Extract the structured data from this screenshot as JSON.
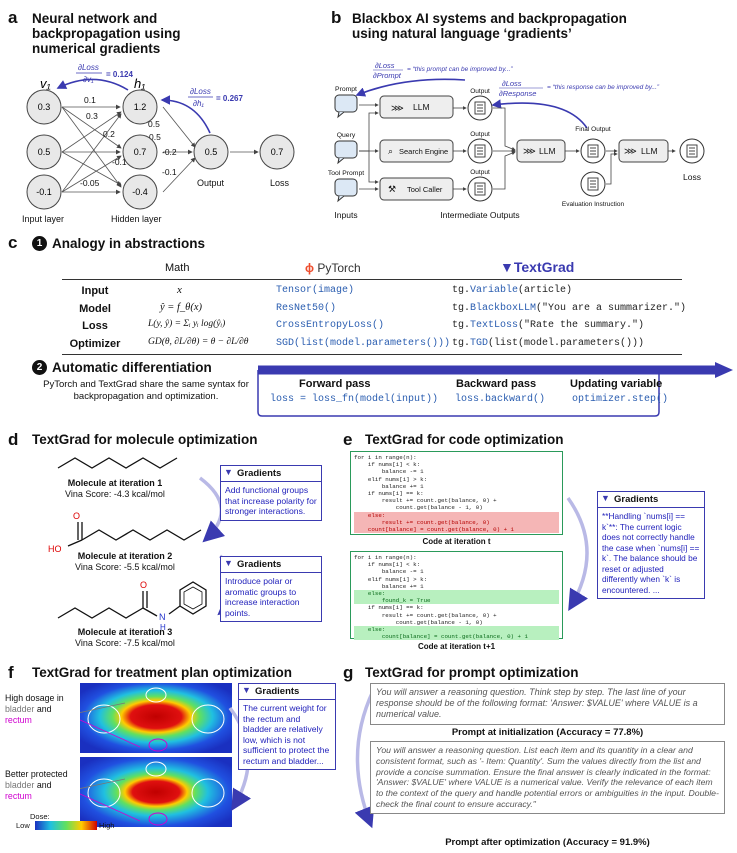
{
  "panel_a": {
    "letter": "a",
    "title": "Neural network and backpropagation using numerical gradients",
    "v1_label": "v₁",
    "h1_label": "h₁",
    "grad_v1": "∂Loss/∂v₁ = 0.124",
    "grad_v1_val": "= 0.124",
    "grad_h1_val": "= 0.267",
    "grad_num": "∂Loss",
    "grad_den_v1": "∂v₁",
    "grad_den_h1": "∂h₁",
    "input_nodes": [
      "0.3",
      "0.5",
      "-0.1"
    ],
    "hidden_nodes": [
      "1.2",
      "0.7",
      "-0.4"
    ],
    "output_node": "0.5",
    "loss_node": "0.7",
    "weights": [
      "0.1",
      "0.3",
      "0.2",
      "0.5",
      "-0.1",
      "-0.05",
      "0.5",
      "-0.2",
      "-0.1"
    ],
    "input_layer_label": "Input layer",
    "hidden_layer_label": "Hidden layer",
    "output_label": "Output",
    "loss_label": "Loss"
  },
  "panel_b": {
    "letter": "b",
    "title": "Blackbox AI systems and backpropagation using natural language ‘gradients’",
    "grad_prompt_num": "∂Loss",
    "grad_prompt_den": "∂Prompt",
    "grad_prompt_text": "= “this prompt can be improved by...”",
    "grad_response_num": "∂Loss",
    "grad_response_den": "∂Response",
    "grad_response_text": "= “this response can be improved by...”",
    "input_labels": [
      "Prompt",
      "Query",
      "Tool Prompt"
    ],
    "modules": [
      "LLM",
      "Search Engine",
      "Tool Caller"
    ],
    "output_labels": [
      "Output",
      "Output",
      "Output"
    ],
    "final_llm": "LLM",
    "final_output_label": "Final Output",
    "eval_llm": "LLM",
    "eval_instruction_label": "Evaluation Instruction",
    "inputs_label": "Inputs",
    "intermediate_label": "Intermediate Outputs",
    "loss_label": "Loss"
  },
  "panel_c": {
    "letter": "c",
    "step1_num": "1",
    "step1_title": "Analogy in abstractions",
    "col_math": "Math",
    "col_pytorch": "PyTorch",
    "col_textgrad": "TextGrad",
    "rows": [
      {
        "label": "Input",
        "math": "x",
        "pytorch": "Tensor(image)",
        "tg_pre": "tg.",
        "tg_fn": "Variable",
        "tg_post": "(article)"
      },
      {
        "label": "Model",
        "math": "ŷ = f_θ(x)",
        "pytorch": "ResNet50()",
        "tg_pre": "tg.",
        "tg_fn": "BlackboxLLM",
        "tg_post": "(\"You are a summarizer.\")"
      },
      {
        "label": "Loss",
        "math": "L(y, ŷ) = Σᵢ yᵢ log(ŷᵢ)",
        "pytorch": "CrossEntropyLoss()",
        "tg_pre": "tg.",
        "tg_fn": "TextLoss",
        "tg_post": "(\"Rate the summary.\")"
      },
      {
        "label": "Optimizer",
        "math": "GD(θ, ∂L/∂θ) = θ − ∂L/∂θ",
        "pytorch": "SGD(list(model.parameters()))",
        "tg_pre": "tg.",
        "tg_fn": "TGD",
        "tg_post": "(list(model.parameters()))"
      }
    ],
    "step2_num": "2",
    "step2_title": "Automatic differentiation",
    "step2_desc": "PyTorch and TextGrad share the same syntax for backpropagation and optimization.",
    "forward_title": "Forward pass",
    "forward_code": "loss = loss_fn(model(input))",
    "backward_title": "Backward pass",
    "backward_code": "loss.backward()",
    "update_title": "Updating variable",
    "update_code": "optimizer.step()"
  },
  "panel_d": {
    "letter": "d",
    "title": "TextGrad for molecule optimization",
    "mol1_caption": "Molecule at iteration 1",
    "mol1_score": "Vina Score: -4.3 kcal/mol",
    "mol2_caption": "Molecule at iteration 2",
    "mol2_score": "Vina Score: -5.5 kcal/mol",
    "mol3_caption": "Molecule at iteration 3",
    "mol3_score": "Vina Score: -7.5 kcal/mol",
    "ho_label": "HO",
    "o_label": "O",
    "n_label": "N",
    "h_label": "H",
    "grad1_head": "Gradients",
    "grad1_body": "Add functional groups that increase polarity for stronger interactions.",
    "grad2_head": "Gradients",
    "grad2_body": "Introduce polar or aromatic groups to increase interaction points."
  },
  "panel_e": {
    "letter": "e",
    "title": "TextGrad for code optimization",
    "code_t_caption": "Code at iteration t",
    "code_t1_caption": "Code at iteration t+1",
    "grad_head": "Gradients",
    "grad_body": "**Handling `nums[i] == k`**: The current logic does not correctly handle the case when `nums[i] == k`. The balance should be reset or adjusted differently when `k` is encountered. ...",
    "code_t": [
      "for i in range(n):",
      "    if nums[i] < k:",
      "        balance -= 1",
      "    elif nums[i] > k:",
      "        balance += 1",
      "    if nums[i] == k:",
      "        result += count.get(balance, 0) +",
      "            count.get(balance - 1, 0)",
      "    else:",
      "        result += count.get(balance, 0)",
      "    count[balance] = count.get(balance, 0) + 1"
    ],
    "code_t1": [
      "for i in range(n):",
      "    if nums[i] < k:",
      "        balance -= 1",
      "    elif nums[i] > k:",
      "        balance += 1",
      "    else:",
      "        found_k = True",
      "    if nums[i] == k:",
      "        result += count.get(balance, 0) +",
      "            count.get(balance - 1, 0)",
      "    else:",
      "        count[balance] = count.get(balance, 0) + 1"
    ]
  },
  "panel_f": {
    "letter": "f",
    "title": "TextGrad for treatment plan optimization",
    "label1_a": "High dosage in",
    "label1_b": "bladder",
    "label1_c": "and",
    "label1_d": "rectum",
    "label2_a": "Better protected",
    "label2_b": "bladder",
    "label2_c": "and",
    "label2_d": "rectum",
    "dose_label": "Dose:",
    "dose_low": "Low",
    "dose_high": "High",
    "grad_head": "Gradients",
    "grad_body": "The current weight for the rectum and bladder are relatively low, which is not sufficient to protect the rectum and bladder..."
  },
  "panel_g": {
    "letter": "g",
    "title": "TextGrad for prompt optimization",
    "prompt_init": "You will answer a reasoning question. Think step by step. The last line of your response should be of the following format: 'Answer: $VALUE' where VALUE is a numerical value.",
    "prompt_init_caption": "Prompt at initialization (Accuracy = 77.8%)",
    "prompt_opt": "You will answer a reasoning question. List each item and its quantity in a clear and consistent format, such as '- Item: Quantity'. Sum the values directly from the list and provide a concise summation. Ensure the final answer is clearly indicated in the format: 'Answer: $VALUE' where VALUE is a numerical value. Verify the relevance of each item to the context of the query and handle potential errors or ambiguities in the input. Double-check the final count to ensure accuracy.\"",
    "prompt_opt_caption": "Prompt after optimization (Accuracy = 91.9%)"
  },
  "colors": {
    "blue": "#3a3ab0",
    "code_blue": "#2a5db0",
    "pytorch_orange": "#ee4c2c",
    "red_hl": "#f5b6b6",
    "green_hl": "#b8f0bf"
  }
}
